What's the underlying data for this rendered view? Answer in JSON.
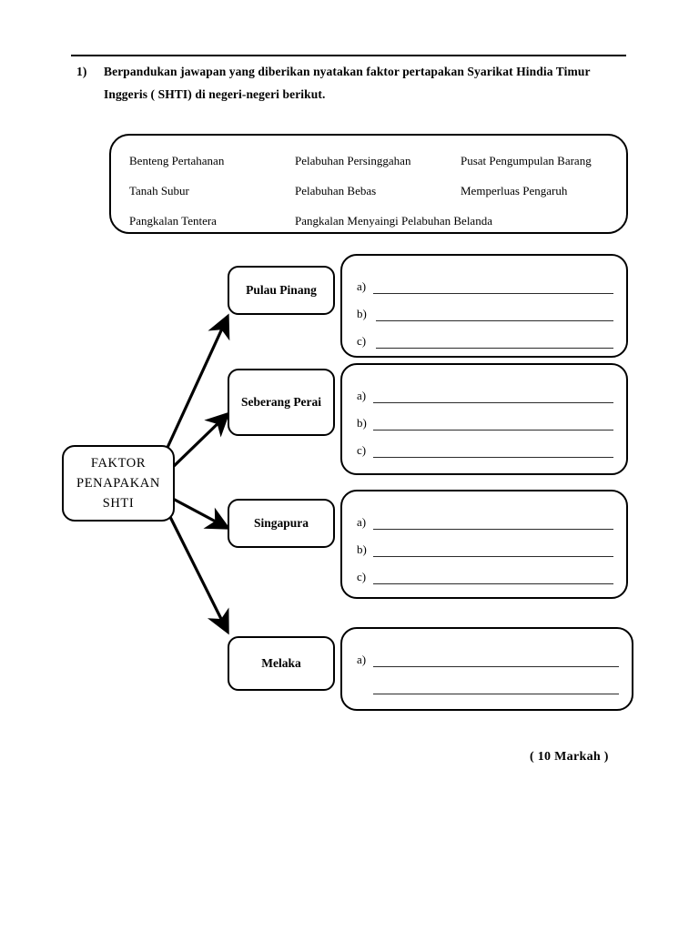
{
  "document": {
    "question_number": "1)",
    "question_text": "Berpandukan jawapan yang diberikan nyatakan faktor pertapakan Syarikat Hindia Timur Inggeris ( SHTI) di negeri-negeri berikut.",
    "marks": "( 10 Markah )"
  },
  "word_bank": {
    "rows": [
      [
        "Benteng Pertahanan",
        "Pelabuhan Persinggahan",
        "Pusat Pengumpulan Barang"
      ],
      [
        "Tanah Subur",
        "Pelabuhan Bebas",
        "Memperluas Pengaruh"
      ],
      [
        "Pangkalan Tentera",
        "Pangkalan Menyaingi Pelabuhan Belanda",
        ""
      ]
    ]
  },
  "diagram": {
    "center_label": "FAKTOR PENAPAKAN SHTI",
    "branches": [
      {
        "state": "Pulau Pinang",
        "answers": [
          {
            "label": "a)",
            "value": ""
          },
          {
            "label": "b)",
            "value": ""
          },
          {
            "label": "c)",
            "value": ""
          }
        ]
      },
      {
        "state": "Seberang Perai",
        "answers": [
          {
            "label": "a)",
            "value": ""
          },
          {
            "label": "b)",
            "value": ""
          },
          {
            "label": "c)",
            "value": ""
          }
        ]
      },
      {
        "state": "Singapura",
        "answers": [
          {
            "label": "a)",
            "value": ""
          },
          {
            "label": "b)",
            "value": ""
          },
          {
            "label": "c)",
            "value": ""
          }
        ]
      },
      {
        "state": "Melaka",
        "answers": [
          {
            "label": "a)",
            "value": ""
          },
          {
            "label": "",
            "value": ""
          }
        ]
      }
    ]
  },
  "colors": {
    "ink": "#000000",
    "rule": "#2b2b2b",
    "paper": "#ffffff"
  }
}
